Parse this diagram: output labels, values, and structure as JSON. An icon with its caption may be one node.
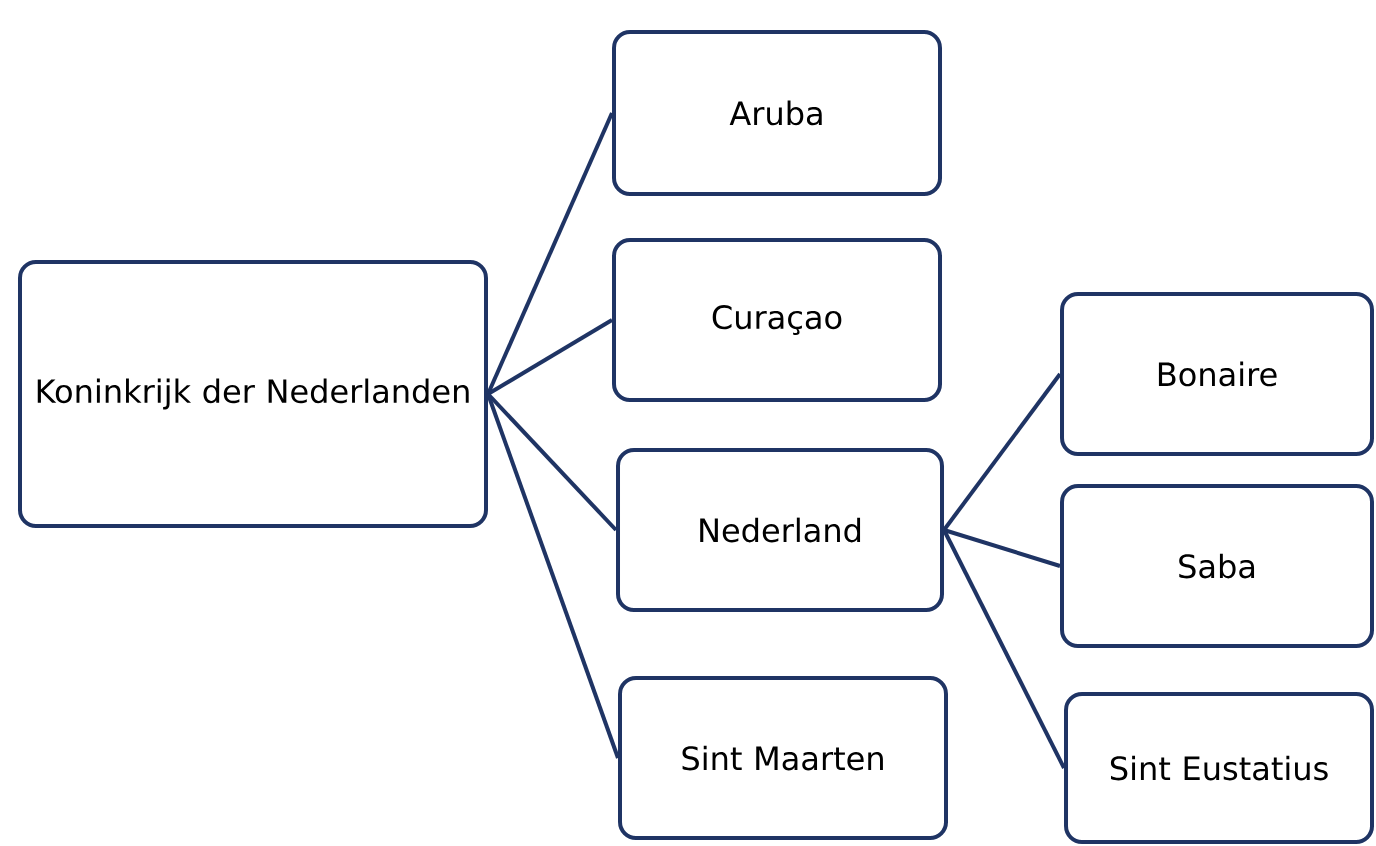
{
  "diagram": {
    "nodes": [
      {
        "text": [
          "Koninkrijk der Nederlanden"
        ]
      },
      {
        "text": [
          "Aruba"
        ]
      },
      {
        "text": [
          "Curaçao"
        ]
      },
      {
        "text": [
          "Nederland"
        ]
      },
      {
        "text": [
          "Sint Maarten"
        ]
      },
      {
        "text": [
          "Bonaire"
        ]
      },
      {
        "text": [
          "Saba"
        ]
      },
      {
        "text": [
          "Sint Eustatius"
        ]
      }
    ],
    "edges": [
      {
        "from": 0,
        "to": 1,
        "arrow": "none"
      },
      {
        "from": 0,
        "to": 2,
        "arrow": "none"
      },
      {
        "from": 0,
        "to": 3,
        "arrow": "none"
      },
      {
        "from": 0,
        "to": 4,
        "arrow": "none"
      },
      {
        "from": 3,
        "to": 5,
        "arrow": "none"
      },
      {
        "from": 3,
        "to": 6,
        "arrow": "none"
      },
      {
        "from": 3,
        "to": 7,
        "arrow": "none"
      }
    ]
  }
}
